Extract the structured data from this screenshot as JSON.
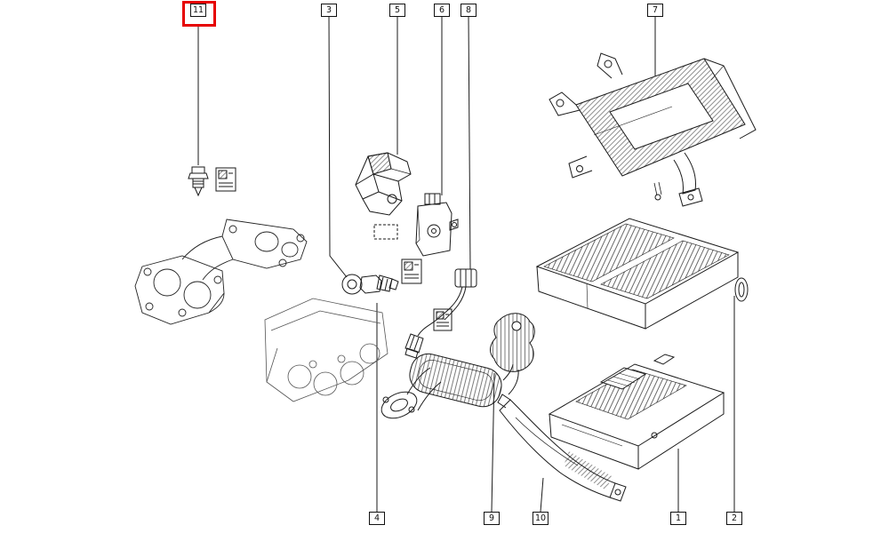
{
  "app": {
    "background_color": "#ffffff",
    "line_color": "#1a1a1a",
    "highlight_color": "#e60000"
  },
  "callouts": {
    "top": [
      {
        "label": "11",
        "highlighted": true
      },
      {
        "label": "3",
        "highlighted": false
      },
      {
        "label": "5",
        "highlighted": false
      },
      {
        "label": "6",
        "highlighted": false
      },
      {
        "label": "8",
        "highlighted": false
      },
      {
        "label": "7",
        "highlighted": false
      }
    ],
    "bottom": [
      {
        "label": "4",
        "highlighted": false
      },
      {
        "label": "9",
        "highlighted": false
      },
      {
        "label": "10",
        "highlighted": false
      },
      {
        "label": "1",
        "highlighted": false
      },
      {
        "label": "2",
        "highlighted": false
      }
    ]
  }
}
